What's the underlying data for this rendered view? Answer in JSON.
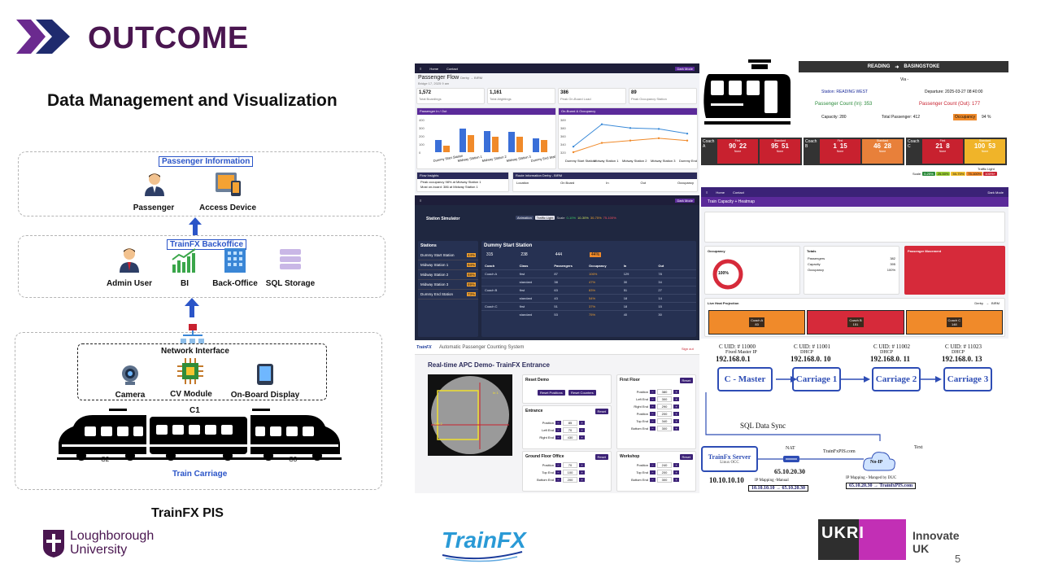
{
  "slide": {
    "title": "OUTCOME",
    "subtitle": "Data Management and Visualization",
    "caption": "TrainFX PIS",
    "page_number": "5"
  },
  "diagram": {
    "passenger_box_label": "Passenger Information",
    "passenger": "Passenger",
    "access_device": "Access Device",
    "backoffice_box_label": "TrainFX Backoffice",
    "admin_user": "Admin User",
    "bi": "BI",
    "back_office": "Back-Office",
    "sql_storage": "SQL Storage",
    "network_interface": "Network Interface",
    "camera": "Camera",
    "cv_module": "CV Module",
    "onboard_display": "On-Board Display",
    "c1": "C1",
    "c2": "C2",
    "c3": "C3",
    "train_carriage": "Train Carriage",
    "colors": {
      "label_blue": "#2b55c8",
      "arrow_blue": "#2b55c8",
      "title": "#4a1650"
    }
  },
  "logos": {
    "loughborough_1": "Loughborough",
    "loughborough_2": "University",
    "trainfx": "TrainFX",
    "innovate_1": "Innovate",
    "innovate_2": "UK",
    "ukri": "UKRI"
  },
  "screen1": {
    "nav_home": "Home",
    "nav_contact": "Contact",
    "dark_mode": "Dark Mode",
    "title": "Passenger Flow",
    "route": "Derby → BIRM",
    "date": "Bridge 17, 2025 9 am",
    "stats": [
      {
        "v": "1,572",
        "l": "Total Boardings"
      },
      {
        "v": "1,161",
        "l": "Total Alightings"
      },
      {
        "v": "386",
        "l": "Peak On-Board Load"
      },
      {
        "v": "89",
        "l": "Peak Occupancy Station"
      }
    ],
    "chart1_title": "Passenger In / Out",
    "chart2_title": "On-Board & Occupancy",
    "stations": [
      "Dummy Start Station",
      "Midway Station 1",
      "Midway Station 2",
      "Midway Station 3",
      "Dummy End Station"
    ],
    "legend_in": "In",
    "legend_out": "Out",
    "legend_onboard": "On Board",
    "legend_occ": "Occupancy %",
    "flow_insights": "Flow Insights",
    "route_info": "Route Information Derby - BIRM",
    "insight1": "Peak occupancy 98% at Midway Station 1",
    "insight2": "Most on-board: 386 at Midway Station 1",
    "cols": [
      "Location",
      "On Board",
      "In",
      "Out",
      "Occupancy"
    ]
  },
  "chart1": {
    "type": "bar",
    "categories": [
      "Dummy Start Station",
      "Midway Station 1",
      "Midway Station 2",
      "Midway Station 3",
      "Dummy End Station"
    ],
    "series": [
      {
        "name": "In",
        "values": [
          150,
          290,
          260,
          250,
          170
        ]
      },
      {
        "name": "Out",
        "values": [
          80,
          210,
          190,
          190,
          150
        ]
      }
    ],
    "ylim": [
      0,
      400
    ],
    "yticks": [
      "400",
      "300",
      "200",
      "100",
      "0"
    ]
  },
  "chart2": {
    "type": "line",
    "categories": [
      "Dummy Start Station",
      "Midway Station 1",
      "Midway Station 2",
      "Midway Station 3",
      "Dummy End Station"
    ],
    "series": [
      {
        "name": "On Board",
        "values": [
          332,
          380,
          372,
          370,
          360
        ]
      },
      {
        "name": "Occupancy %",
        "values": [
          320,
          340,
          345,
          350,
          345
        ]
      }
    ],
    "ylim": [
      320,
      390
    ],
    "yticks": [
      "389",
      "380",
      "360",
      "340",
      "320"
    ]
  },
  "screen2": {
    "from": "READING",
    "to": "BASINGSTOKE",
    "via": "Via -",
    "station": "Station: READING WEST",
    "departure": "Departure: 2025-03-27 08:40:00",
    "count_in": "Passenger Count (In): 353",
    "count_out": "Passenger Count (Out): 177",
    "capacity": "Capacity: 280",
    "total": "Total Passenger: 412",
    "occupancy_label": "Occupancy",
    "occupancy_val": "94 %",
    "coaches": [
      {
        "name": "Coach A",
        "first": "First",
        "standard": "Standard",
        "f_in": "90",
        "f_out": "22",
        "s_in": "95",
        "s_out": "51",
        "f_lbl": "None",
        "s_lbl": "None",
        "col1": "#c8212f",
        "col2": "#c8212f"
      },
      {
        "name": "Coach B",
        "first": "First",
        "standard": "Standard",
        "f_in": "1",
        "f_out": "15",
        "s_in": "46",
        "s_out": "28",
        "f_lbl": "None",
        "s_lbl": "None",
        "col1": "#c8212f",
        "col2": "#e8803a"
      },
      {
        "name": "Coach C",
        "first": "First",
        "standard": "Standard",
        "f_in": "21",
        "f_out": "8",
        "s_in": "100",
        "s_out": "53",
        "f_lbl": "None",
        "s_lbl": "None",
        "col1": "#c8212f",
        "col2": "#f0b429"
      }
    ],
    "traffic_light": "Traffic Light",
    "scale": "Scale:",
    "scale_vals": [
      "0-25%",
      "25-50%",
      "50-75%",
      "75-100%",
      "100%+"
    ]
  },
  "screen3": {
    "title": "Station Simulator",
    "animation": "Animation",
    "traffic_light": "Traffic Light",
    "scale": "Scale",
    "scale_vals": [
      "0-10%",
      "10-30%",
      "30-75%",
      "75-100%"
    ],
    "stations_title": "Stations",
    "station_name": "Dummy Start Station",
    "stations": [
      {
        "n": "Dummy Start Station",
        "p": "44%"
      },
      {
        "n": "Midway Station 1",
        "p": "94%"
      },
      {
        "n": "Midway Station 2",
        "p": "88%"
      },
      {
        "n": "Midway Station 3",
        "p": "89%"
      },
      {
        "n": "Dummy End Station",
        "p": "73%"
      }
    ],
    "passengers": "315",
    "in": "238",
    "out": "444",
    "occupancy": "44%",
    "cols": [
      "Coach",
      "Class",
      "Passengers",
      "Occupancy",
      "In",
      "Out"
    ],
    "rows": [
      [
        "Coach A",
        "first",
        "87",
        "106%",
        "129",
        "78"
      ],
      [
        "",
        "standard",
        "38",
        "47%",
        "30",
        "34"
      ],
      [
        "Coach B",
        "first",
        "63",
        "83%",
        "51",
        "27"
      ],
      [
        "",
        "standard",
        "43",
        "54%",
        "18",
        "14"
      ],
      [
        "Coach C",
        "first",
        "51",
        "37%",
        "18",
        "15"
      ],
      [
        "",
        "standard",
        "53",
        "75%",
        "40",
        "30"
      ]
    ]
  },
  "screen4": {
    "title": "Train Capacity + Heatmap",
    "occupancy": "Occupancy",
    "occ_val": "100%",
    "totals": "Totals",
    "passenger_movement": "Passenger Movement",
    "passengers": "Passengers",
    "passengers_val": "382",
    "capacity": "Capacity",
    "capacity_val": "395",
    "occupancy_row": "Occupancy",
    "occupancy_row_val": "100%",
    "live_heat": "Live Heat Projection",
    "coaches": [
      {
        "n": "Coach A",
        "v": "83"
      },
      {
        "n": "Coach B",
        "v": "151"
      },
      {
        "n": "Coach C",
        "v": "148"
      }
    ],
    "from": "Derby",
    "to": "BIRM"
  },
  "screen5": {
    "app_title": "Automatic Passenger Counting System",
    "logo": "TrainFX",
    "signout": "Sign out",
    "heading": "Real-time APC Demo- TrainFX Entrance",
    "reset_demo": "Reset Demo",
    "reset_positions": "Reset Positions",
    "reset_counters": "Reset Counters",
    "entrance": "Entrance",
    "ground_floor": "Ground Floor Office",
    "first_floor": "First Floor",
    "workshop": "Workshop",
    "reset": "Reset",
    "entrance_rows": [
      {
        "l": "Position",
        "v": "85"
      },
      {
        "l": "Left End",
        "v": "70"
      },
      {
        "l": "Right End",
        "v": "430"
      }
    ],
    "ground_rows": [
      {
        "l": "Position",
        "v": "70"
      },
      {
        "l": "Top End",
        "v": "100"
      },
      {
        "l": "Bottom End",
        "v": "200"
      }
    ],
    "first_rows": [
      {
        "l": "Position",
        "v": "380"
      },
      {
        "l": "Left End",
        "v": "300"
      },
      {
        "l": "Right End",
        "v": "290"
      },
      {
        "l": "Position",
        "v": "200"
      },
      {
        "l": "Top End",
        "v": "340"
      },
      {
        "l": "Bottom End",
        "v": "300"
      }
    ],
    "workshop_rows": [
      {
        "l": "Position",
        "v": "240"
      },
      {
        "l": "Top End",
        "v": "200"
      },
      {
        "l": "Bottom End",
        "v": "300"
      }
    ],
    "cam_labels": [
      "In 1",
      "Out 2",
      "Out 1",
      "In 2"
    ]
  },
  "network": {
    "nodes": [
      {
        "uid": "C UID: # 11000",
        "sub": "Fixed Master IP",
        "ip": "192.168.0.1",
        "box": "C - Master"
      },
      {
        "uid": "C UID: # 11001",
        "sub": "DHCP",
        "ip": "192.168.0. 10",
        "box": "Carriage 1"
      },
      {
        "uid": "C UID: # 11002",
        "sub": "DHCP",
        "ip": "192.168.0. 11",
        "box": "Carriage 2"
      },
      {
        "uid": "C UID: # 11023",
        "sub": "DHCP",
        "ip": "192.168.0. 13",
        "box": "Carriage 3"
      }
    ],
    "sql_sync": "SQL Data Sync",
    "server": "TrainFx Server",
    "server_sub": "Linux OCC",
    "server_ip": "10.10.10.10",
    "nat": "NAT",
    "nat_ip": "65.10.20.30",
    "trainfx_pis": "TrainFxPIS.com",
    "noip": "No-IP",
    "text": "Text",
    "ip_mapping": "IP Mapping -Manual",
    "ip_map_val": "10.10.10.10 → 65.10.20.30",
    "ip_mapping2": "IP Mapping - Manged by DUC",
    "ip_map_val2": "65.10.20.30 → TrainfxPIS.com"
  }
}
